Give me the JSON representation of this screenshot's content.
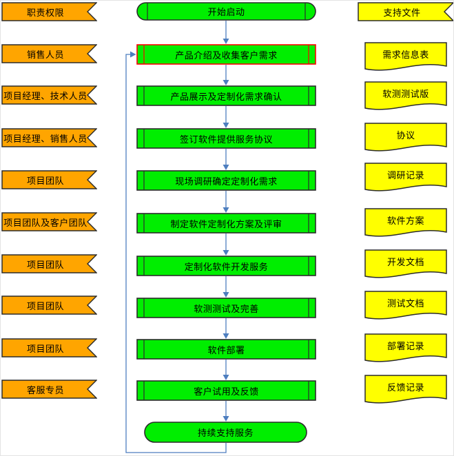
{
  "colors": {
    "role_fill": "#FFA500",
    "process_fill": "#00EE00",
    "doc_fill": "#FFFF00",
    "border": "#2b2b2b",
    "highlight_border": "#FF0000",
    "arrow": "#4d7ebf"
  },
  "left_column": {
    "header": "职责权限",
    "items": [
      "销售人员",
      "项目经理、技术人员",
      "项目经理、销售人员",
      "项目团队",
      "项目团队及客户团队",
      "项目团队",
      "项目团队",
      "项目团队",
      "客服专员"
    ]
  },
  "process_column": {
    "start": "开始启动",
    "steps": [
      "产品介绍及收集客户需求",
      "产品展示及定制化需求确认",
      "签订软件提供服务协议",
      "现场调研确定定制化需求",
      "制定软件定制化方案及评审",
      "定制化软件开发服务",
      "软测测试及完善",
      "软件部署",
      "客户试用及反馈"
    ],
    "end": "持续支持服务",
    "highlighted_step_index": 0
  },
  "right_column": {
    "header": "支持文件",
    "items": [
      "需求信息表",
      "软测测试版",
      "协议",
      "调研记录",
      "软件方案",
      "开发文档",
      "测试文档",
      "部署记录",
      "反馈记录"
    ]
  }
}
